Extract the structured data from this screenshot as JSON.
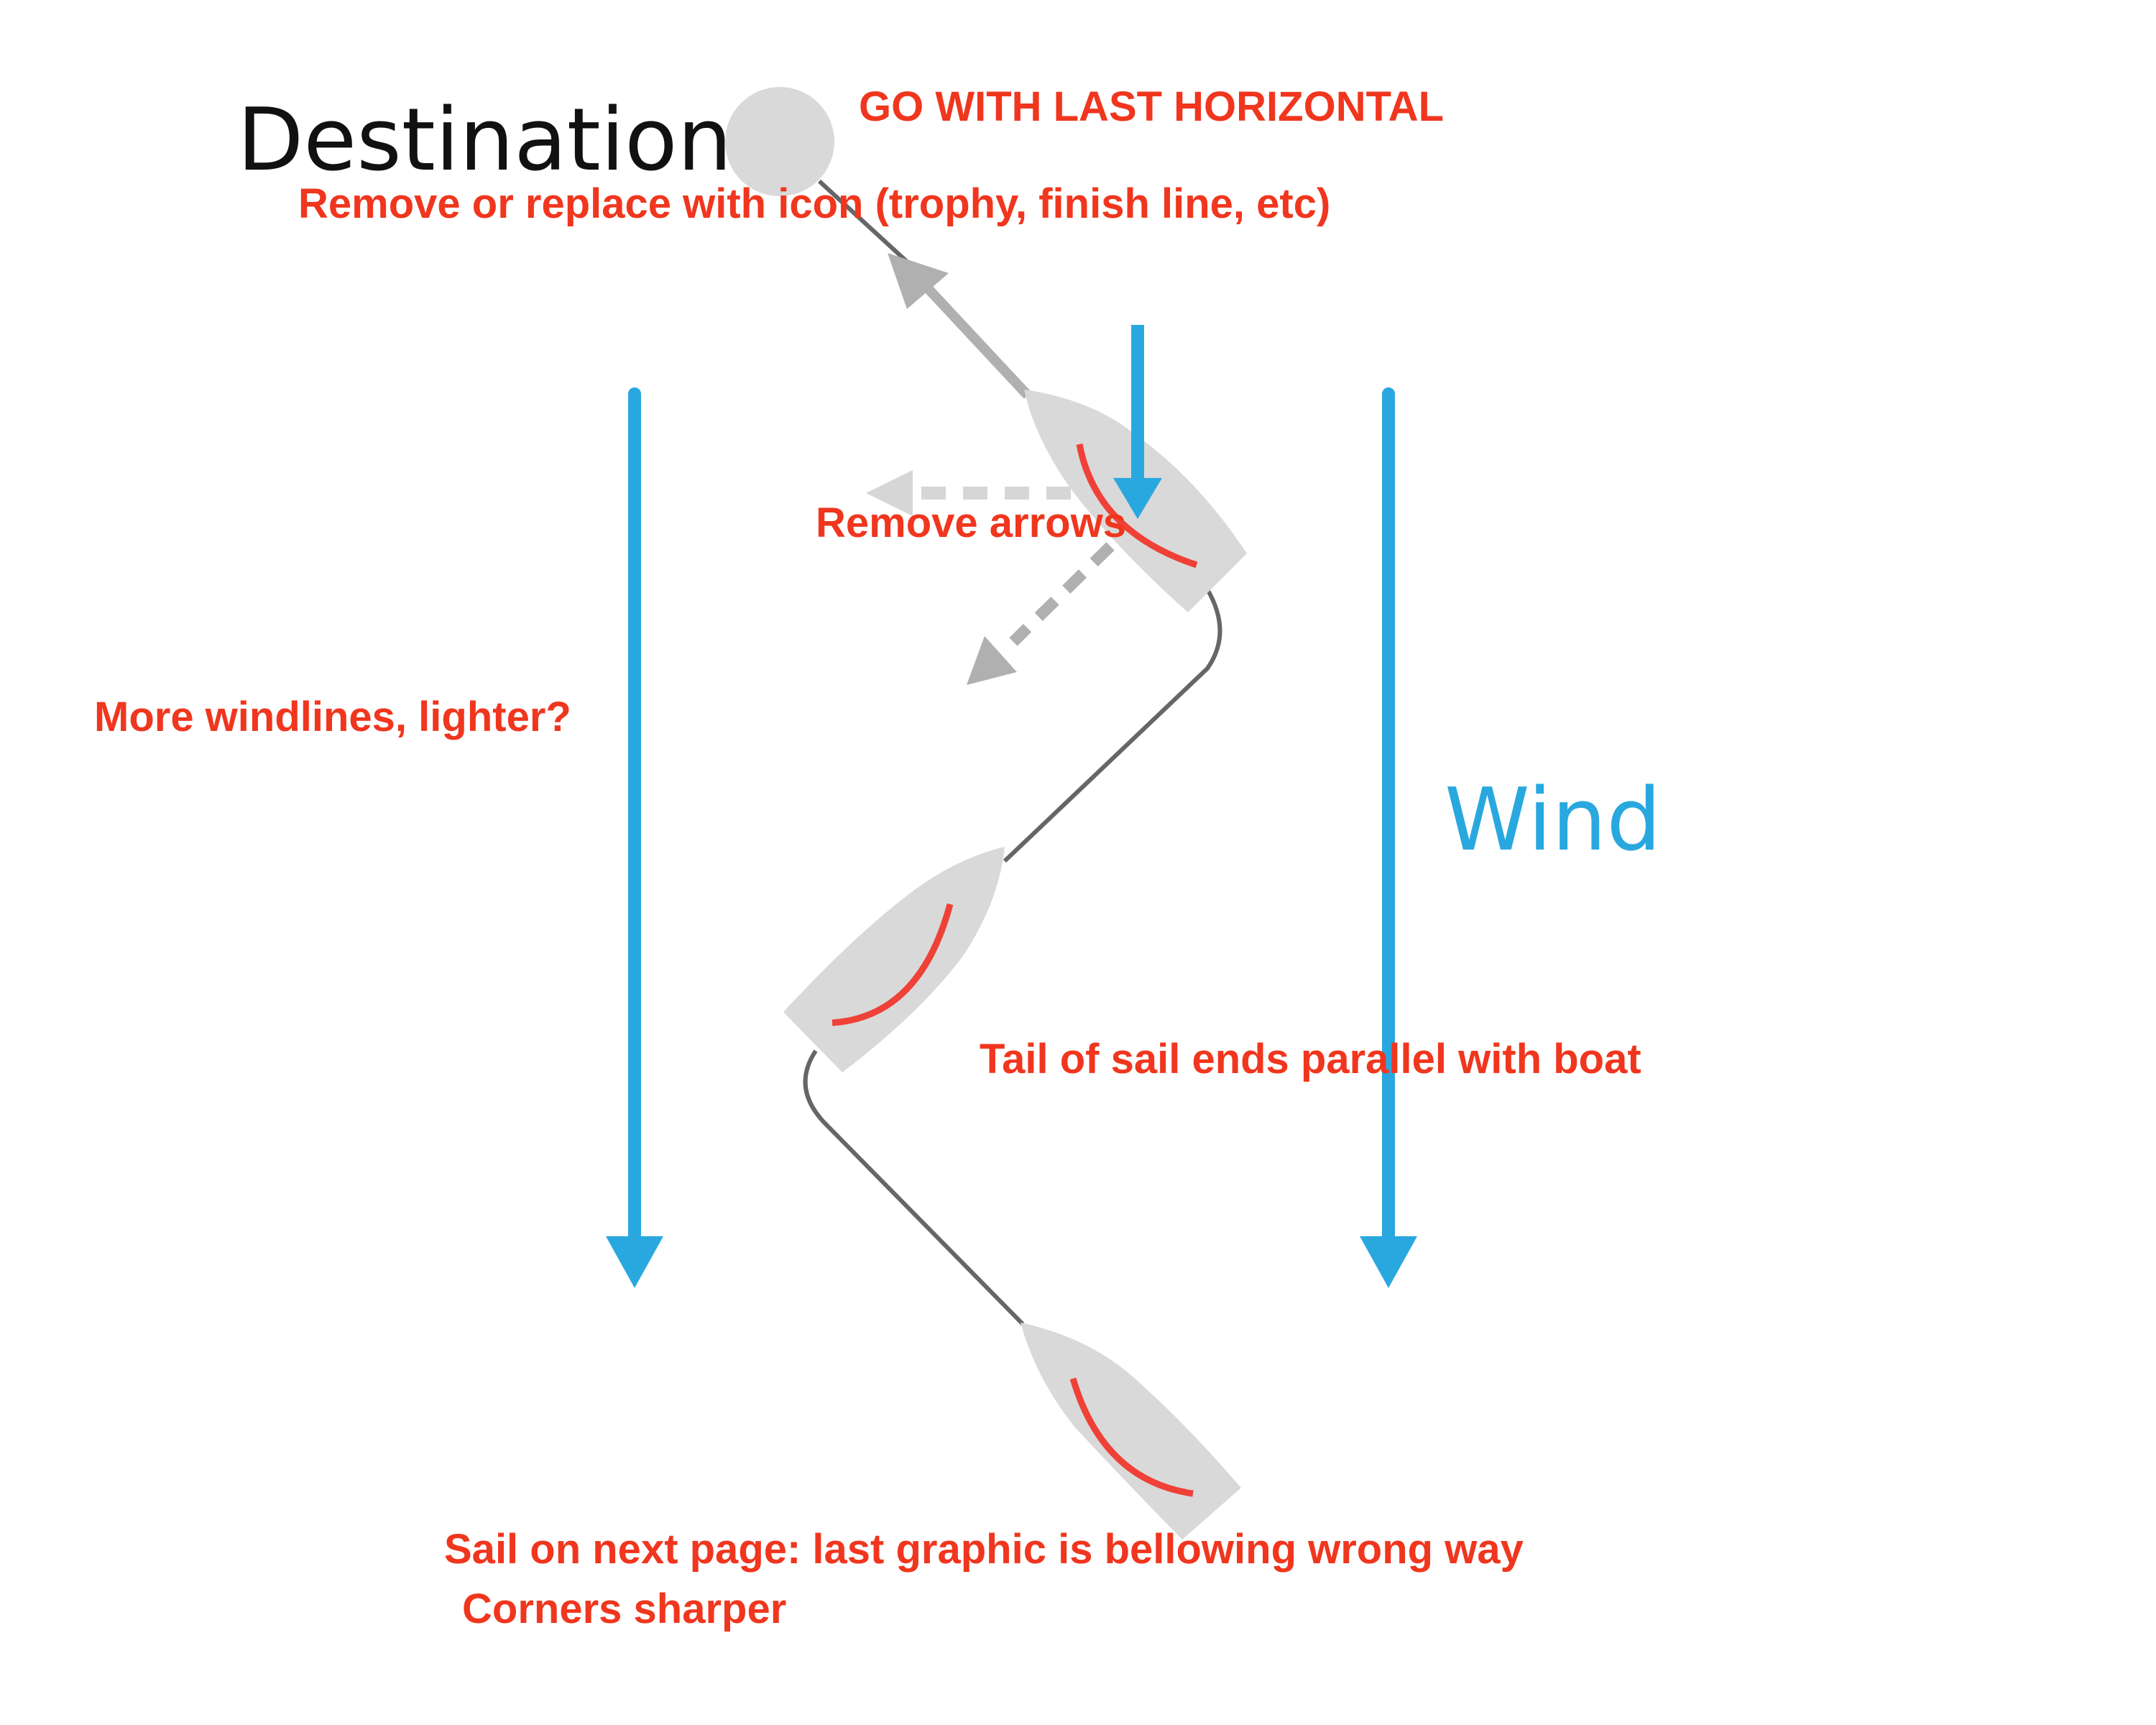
{
  "colors": {
    "wind": "#29a8e0",
    "annotation": "#f0361e",
    "boat": "#d9d9d9",
    "sail": "#ef4137",
    "path": "#666666",
    "arrow_gray": "#b0b0b0",
    "arrow_dashed": "#d6d6d6"
  },
  "labels": {
    "destination": "Destination",
    "wind": "Wind"
  },
  "annotations": {
    "go_horizontal": "GO WITH LAST HORIZONTAL",
    "replace_icon": "Remove or replace with icon (trophy, finish line, etc)",
    "remove_arrows": "Remove arrows",
    "more_windlines": "More windlines, lighter?",
    "tail_of_sail": "Tail of sail ends parallel with boat",
    "sail_next_page": "Sail on next page: last graphic is bellowing wrong way",
    "corners_sharper": "Corners sharper"
  }
}
